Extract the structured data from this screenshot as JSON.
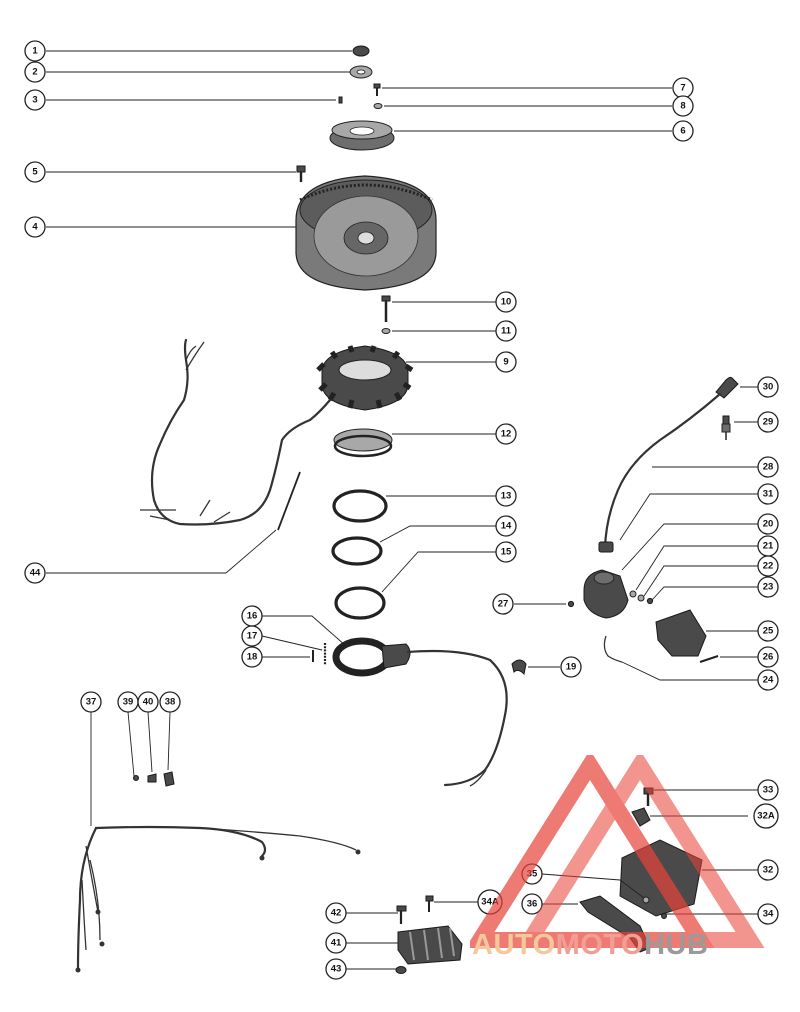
{
  "callouts": {
    "c1": "1",
    "c2": "2",
    "c3": "3",
    "c4": "4",
    "c5": "5",
    "c6": "6",
    "c7": "7",
    "c8": "8",
    "c9": "9",
    "c10": "10",
    "c11": "11",
    "c12": "12",
    "c13": "13",
    "c14": "14",
    "c15": "15",
    "c16": "16",
    "c17": "17",
    "c18": "18",
    "c19": "19",
    "c20": "20",
    "c21": "21",
    "c22": "22",
    "c23": "23",
    "c24": "24",
    "c25": "25",
    "c26": "26",
    "c27": "27",
    "c28": "28",
    "c29": "29",
    "c30": "30",
    "c31": "31",
    "c32": "32",
    "c32a": "32A",
    "c33": "33",
    "c34": "34",
    "c34a": "34A",
    "c35": "35",
    "c36": "36",
    "c37": "37",
    "c38": "38",
    "c39": "39",
    "c40": "40",
    "c41": "41",
    "c42": "42",
    "c43": "43",
    "c44": "44"
  },
  "watermark": {
    "part1": "AUTO",
    "part2": "MOTO",
    "part3": "HUB",
    "colors": {
      "auto": "#f3c99b",
      "moto": "#f19f94",
      "hub": "#9a9a9a",
      "triangle": "#e8433a"
    }
  }
}
